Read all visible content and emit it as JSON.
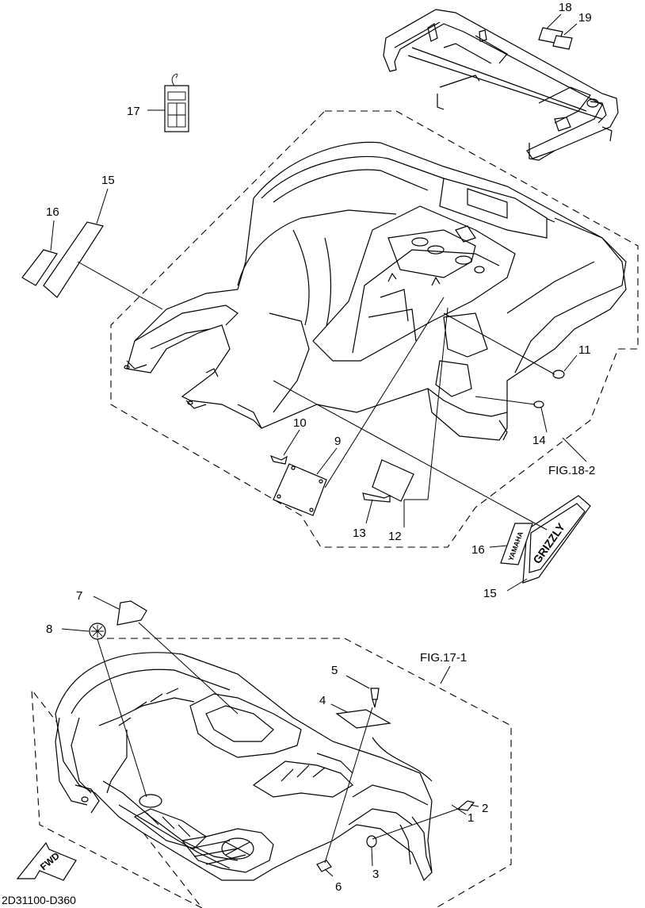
{
  "diagram": {
    "part_labels": {
      "p1": "1",
      "p2": "2",
      "p3": "3",
      "p4": "4",
      "p5": "5",
      "p6": "6",
      "p7": "7",
      "p8": "8",
      "p9": "9",
      "p10": "10",
      "p11": "11",
      "p12": "12",
      "p13": "13",
      "p14": "14",
      "p15a": "15",
      "p15b": "15",
      "p16a": "16",
      "p16b": "16",
      "p17": "17",
      "p18": "18",
      "p19": "19"
    },
    "figure_refs": {
      "rear": "FIG.18-2",
      "front": "FIG.17-1"
    },
    "decal_text": {
      "emblem": "YAMAHA",
      "logo": "GRIZZLY"
    },
    "fwd_label": "FWD",
    "drawing_code": "2D31100-D360"
  }
}
